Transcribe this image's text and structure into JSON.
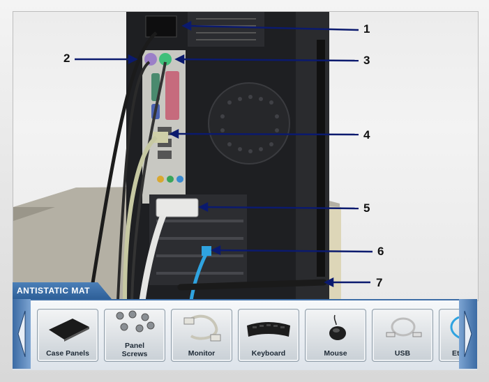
{
  "callouts": [
    "1",
    "2",
    "3",
    "4",
    "5",
    "6",
    "7"
  ],
  "tray": {
    "mat_tab_label": "ANTISTATIC MAT",
    "items": [
      {
        "label": "Case Panels",
        "icon": "case-panel-icon"
      },
      {
        "label": "Panel\nScrews",
        "icon": "screws-icon"
      },
      {
        "label": "Monitor",
        "icon": "monitor-cable-icon"
      },
      {
        "label": "Keyboard",
        "icon": "keyboard-icon"
      },
      {
        "label": "Mouse",
        "icon": "mouse-icon"
      },
      {
        "label": "USB",
        "icon": "usb-cable-icon"
      },
      {
        "label": "Et",
        "icon": "ethernet-cable-icon"
      }
    ]
  },
  "colors": {
    "accent": "#2e5f98",
    "callout_line": "#0b1a6e",
    "ps2_keyboard": "#9b7fc8",
    "ps2_mouse": "#3fbf7a",
    "ethernet_cable": "#2fa3e0"
  }
}
